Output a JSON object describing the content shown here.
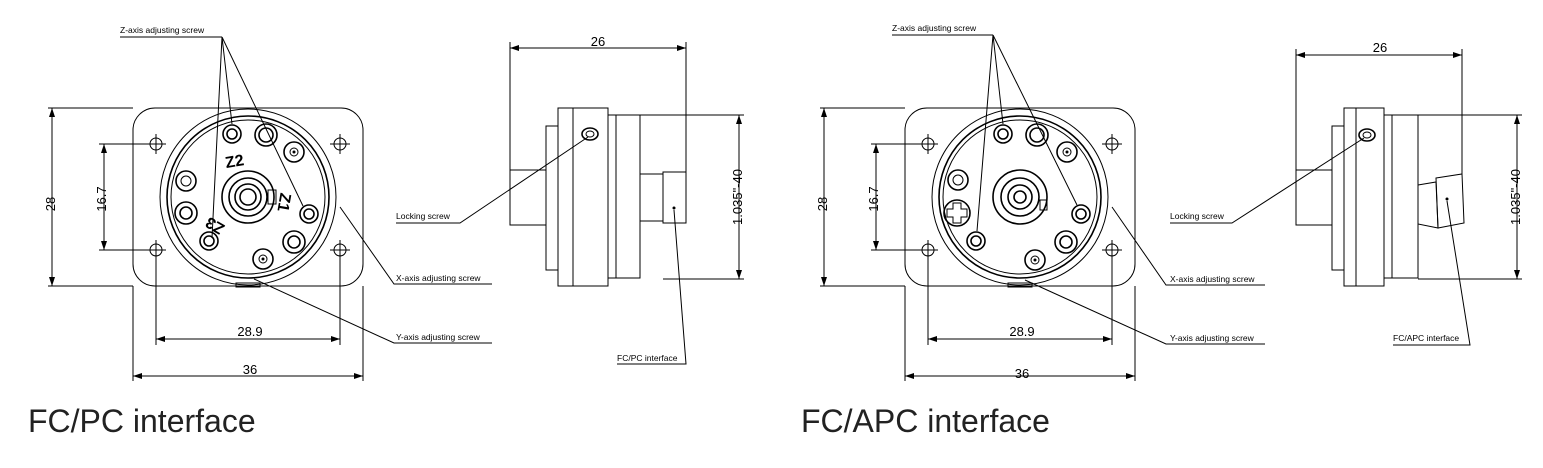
{
  "labels": {
    "z_axis": "Z-axis adjusting screw",
    "x_axis": "X-axis adjusting screw",
    "y_axis": "Y-axis adjusting screw",
    "locking": "Locking screw",
    "fc_pc": "FC/PC interface",
    "fc_apc": "FC/APC interface"
  },
  "dimensions": {
    "width_outer": "36",
    "hole_spacing_h": "28.9",
    "height_outer": "28",
    "hole_spacing_v": "16.7",
    "side_length": "26",
    "thread": "1.035\"-40"
  },
  "screw_marks": {
    "z1": "Z1",
    "z2": "Z2",
    "z3": "Z3"
  },
  "captions": {
    "left": "FC/PC interface",
    "right": "FC/APC interface"
  }
}
